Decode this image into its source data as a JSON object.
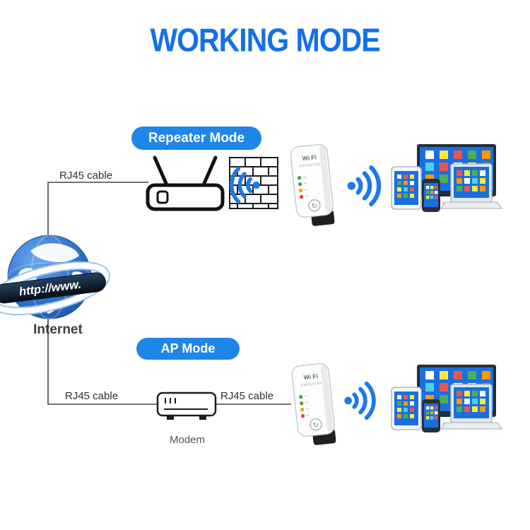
{
  "title": "WORKING MODE",
  "colors": {
    "title_blue": "#1470e8",
    "badge_blue": "#1e86e8",
    "wifi_blue": "#1b79e8",
    "screen_blue": "#1a6fe0"
  },
  "repeater_section": {
    "badge": "Repeater Mode",
    "cable_label": "RJ45 cable"
  },
  "ap_section": {
    "badge": "AP Mode",
    "cable_label_left": "RJ45 cable",
    "cable_label_right": "RJ45 cable",
    "modem_label": "Modem"
  },
  "internet": {
    "banner": "http://www.",
    "label": "Internet"
  },
  "device": {
    "brand_top": "Wi Fi",
    "brand_bottom": "REPEATER"
  }
}
